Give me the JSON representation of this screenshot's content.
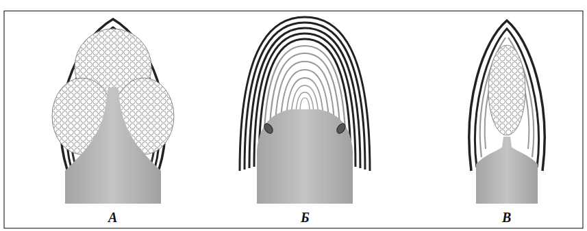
{
  "diagram": {
    "labels": [
      "А",
      "Б",
      "В"
    ]
  }
}
